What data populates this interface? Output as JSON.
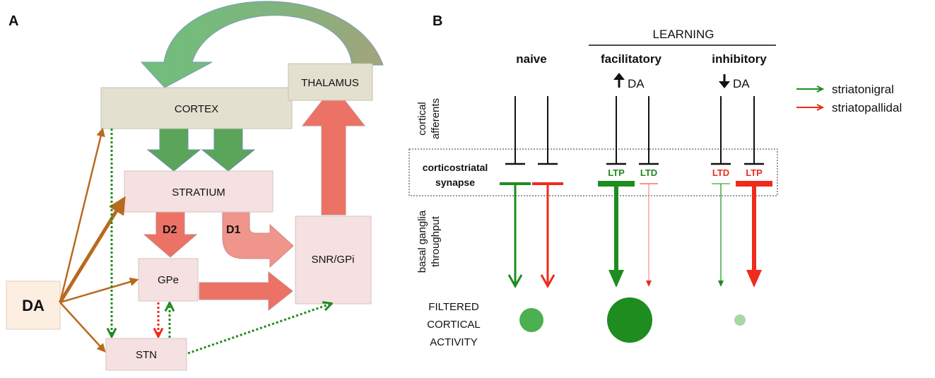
{
  "panel_a": {
    "label": "A",
    "boxes": {
      "cortex": "CORTEX",
      "thalamus": "THALAMUS",
      "stratium": "STRATIUM",
      "gpe": "GPe",
      "snr_gpi": "SNR/GPi",
      "stn": "STN",
      "da": "DA"
    },
    "pathway_labels": {
      "d1": "D1",
      "d2": "D2"
    },
    "colors": {
      "box_beige": "#e4e0cf",
      "box_pink": "#f5e1e1",
      "da_box": "#fdeee2",
      "green_arrow": "#5aa55a",
      "red_arrow": "#ec7265",
      "brown_arrow": "#b86a1e",
      "dotted_green": "#1e8c1e",
      "dotted_red": "#ee2b1c"
    }
  },
  "panel_b": {
    "label": "B",
    "header": "LEARNING",
    "columns": {
      "naive": "naive",
      "facilitatory": "facilitatory",
      "inhibitory": "inhibitory"
    },
    "da_up": "DA",
    "da_down": "DA",
    "row_labels": {
      "cortical_1": "cortical",
      "cortical_2": "afferents",
      "synapse_1": "corticostriatal",
      "synapse_2": "synapse",
      "throughput_1": "basal ganglia",
      "throughput_2": "throughput",
      "filtered_1": "FILTERED",
      "filtered_2": "CORTICAL",
      "filtered_3": "ACTIVITY"
    },
    "plasticity": {
      "fac_left": "LTP",
      "fac_right": "LTD",
      "inh_left": "LTD",
      "inh_right": "LTP"
    },
    "legend": [
      {
        "label": "striatonigral",
        "color": "#1e8c1e"
      },
      {
        "label": "striatopallidal",
        "color": "#ee2b1c"
      }
    ]
  }
}
